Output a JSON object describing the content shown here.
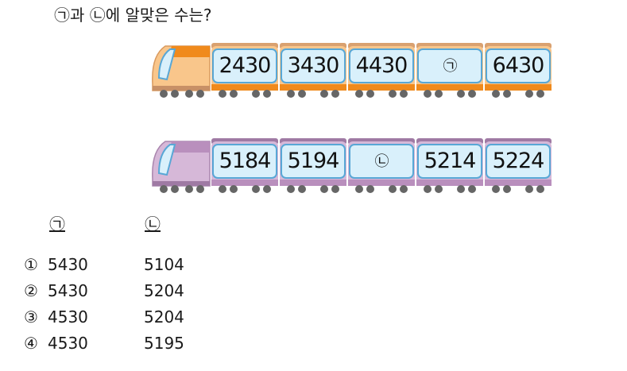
{
  "question": "㉠과 ㉡에 알맞은 수는?",
  "trains": [
    {
      "color": "orange",
      "cars": [
        "2430",
        "3430",
        "4430",
        "㉠",
        "6430"
      ]
    },
    {
      "color": "purple",
      "cars": [
        "5184",
        "5194",
        "㉡",
        "5214",
        "5224"
      ]
    }
  ],
  "table": {
    "headers": [
      "㉠",
      "㉡"
    ],
    "options": [
      {
        "marker": "①",
        "a": "5430",
        "b": "5104"
      },
      {
        "marker": "②",
        "a": "5430",
        "b": "5204"
      },
      {
        "marker": "③",
        "a": "4530",
        "b": "5204"
      },
      {
        "marker": "④",
        "a": "4530",
        "b": "5195"
      }
    ]
  },
  "colors": {
    "orange_body": "#f9c68b",
    "orange_stripe": "#f08a1c",
    "orange_roof": "#d9a170",
    "purple_body": "#d6b8d8",
    "purple_stripe": "#b98fbd",
    "purple_roof": "#9f7aa4",
    "window_fill": "#d9f0fb",
    "window_border": "#58a7d6"
  }
}
